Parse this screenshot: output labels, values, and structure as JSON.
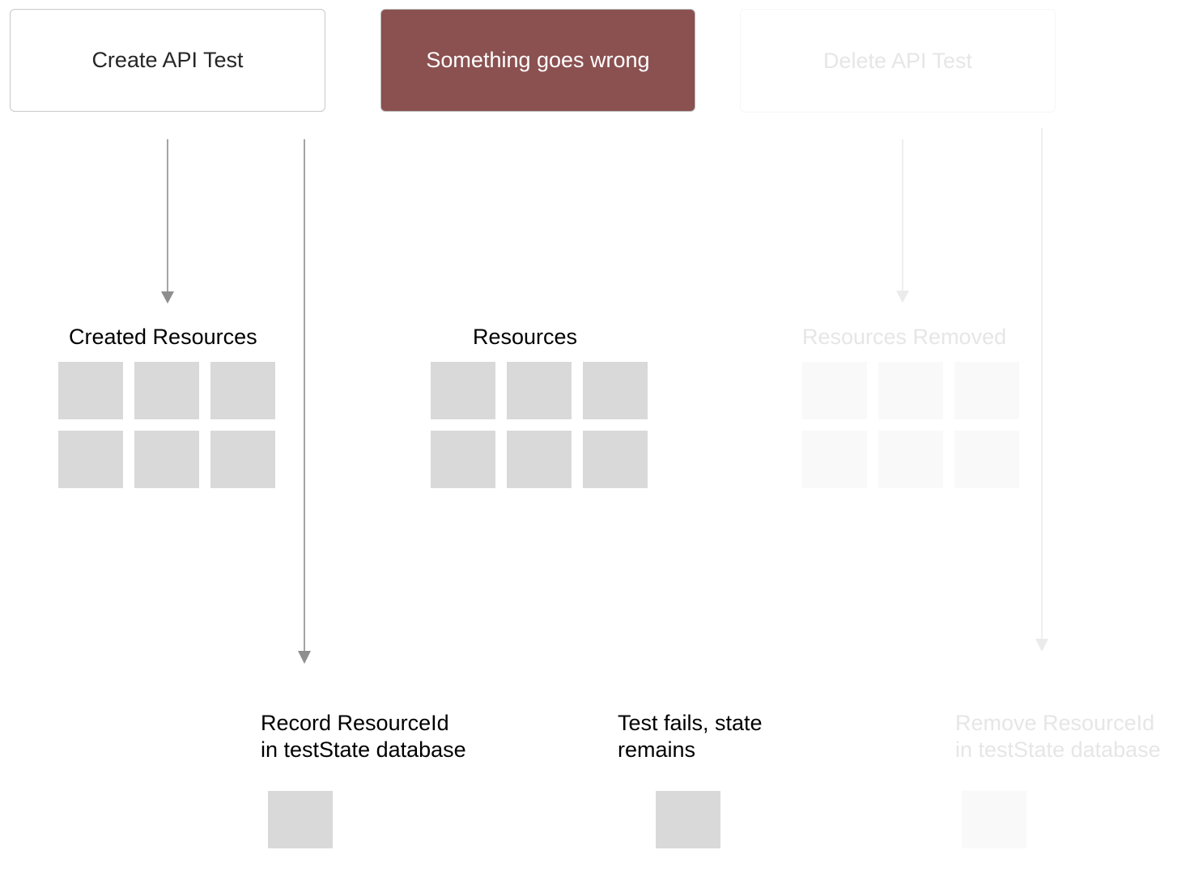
{
  "stages": {
    "create": {
      "label": "Create API Test"
    },
    "wrong": {
      "label": "Something goes wrong"
    },
    "delete": {
      "label": "Delete API Test"
    }
  },
  "groups": {
    "created": {
      "label": "Created Resources"
    },
    "resources": {
      "label": "Resources"
    },
    "removed": {
      "label": "Resources Removed"
    }
  },
  "notes": {
    "record": {
      "line1": "Record ResourceId",
      "line2": "in testState database"
    },
    "fails": {
      "line1": "Test fails, state",
      "line2": "remains"
    },
    "remove": {
      "line1": "Remove ResourceId",
      "line2": "in testState database"
    }
  },
  "colors": {
    "failure_box": "#8b5050",
    "connector": "#8e8e8e",
    "connector_faded": "#ebebeb",
    "resource_block": "#d9d9d9",
    "resource_block_faded": "#f9f9f9"
  }
}
